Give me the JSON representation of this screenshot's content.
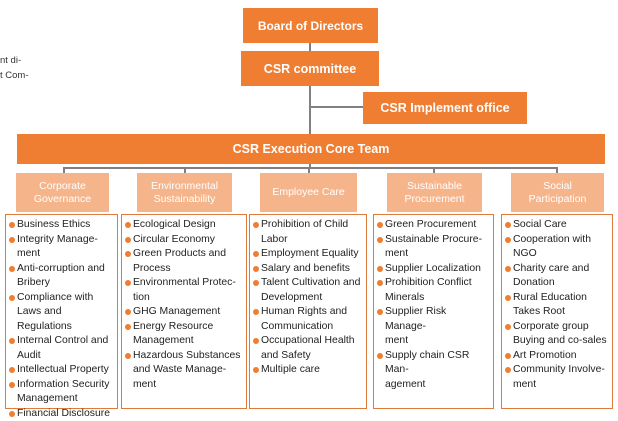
{
  "side_text": [
    "nt di-",
    "t Com-"
  ],
  "board": "Board of  Directors",
  "committee": "CSR committee",
  "implement_office": "CSR Implement office",
  "core_team": "CSR Execution Core Team",
  "categories": [
    {
      "title": "Corporate\nGovernance",
      "items": [
        "Business Ethics",
        "Integrity Manage-\nment",
        "Anti-corruption and\nBribery",
        "Compliance with\nLaws and Regulations",
        "Internal Control and\nAudit",
        "Intellectual Property",
        "Information Security\nManagement",
        "Financial Disclosure"
      ]
    },
    {
      "title": "Environmental\nSustainability",
      "items": [
        "Ecological Design",
        "Circular Economy",
        "Green Products and\nProcess",
        "Environmental Protec-\ntion",
        "GHG Management",
        "Energy Resource\nManagement",
        "Hazardous Substances\nand Waste Manage-\nment"
      ]
    },
    {
      "title": "Employee Care",
      "items": [
        "Prohibition of Child\nLabor",
        "Employment Equality",
        "Salary and benefits",
        "Talent Cultivation and\nDevelopment",
        "Human Rights and\nCommunication",
        "Occupational Health\nand Safety",
        "Multiple care"
      ]
    },
    {
      "title": "Sustainable\nProcurement",
      "items": [
        "Green Procurement",
        "Sustainable Procure-\nment",
        "Supplier Localization",
        "Prohibition Conflict\nMinerals",
        "Supplier Risk Manage-\nment",
        "Supply chain CSR Man-\nagement"
      ]
    },
    {
      "title": "Social\nParticipation",
      "items": [
        "Social Care",
        "Cooperation with\nNGO",
        "Charity care and\nDonation",
        "Rural Education\nTakes Root",
        "Corporate group\nBuying and co-sales",
        "Art Promotion",
        "Community Involve-\nment"
      ]
    }
  ]
}
